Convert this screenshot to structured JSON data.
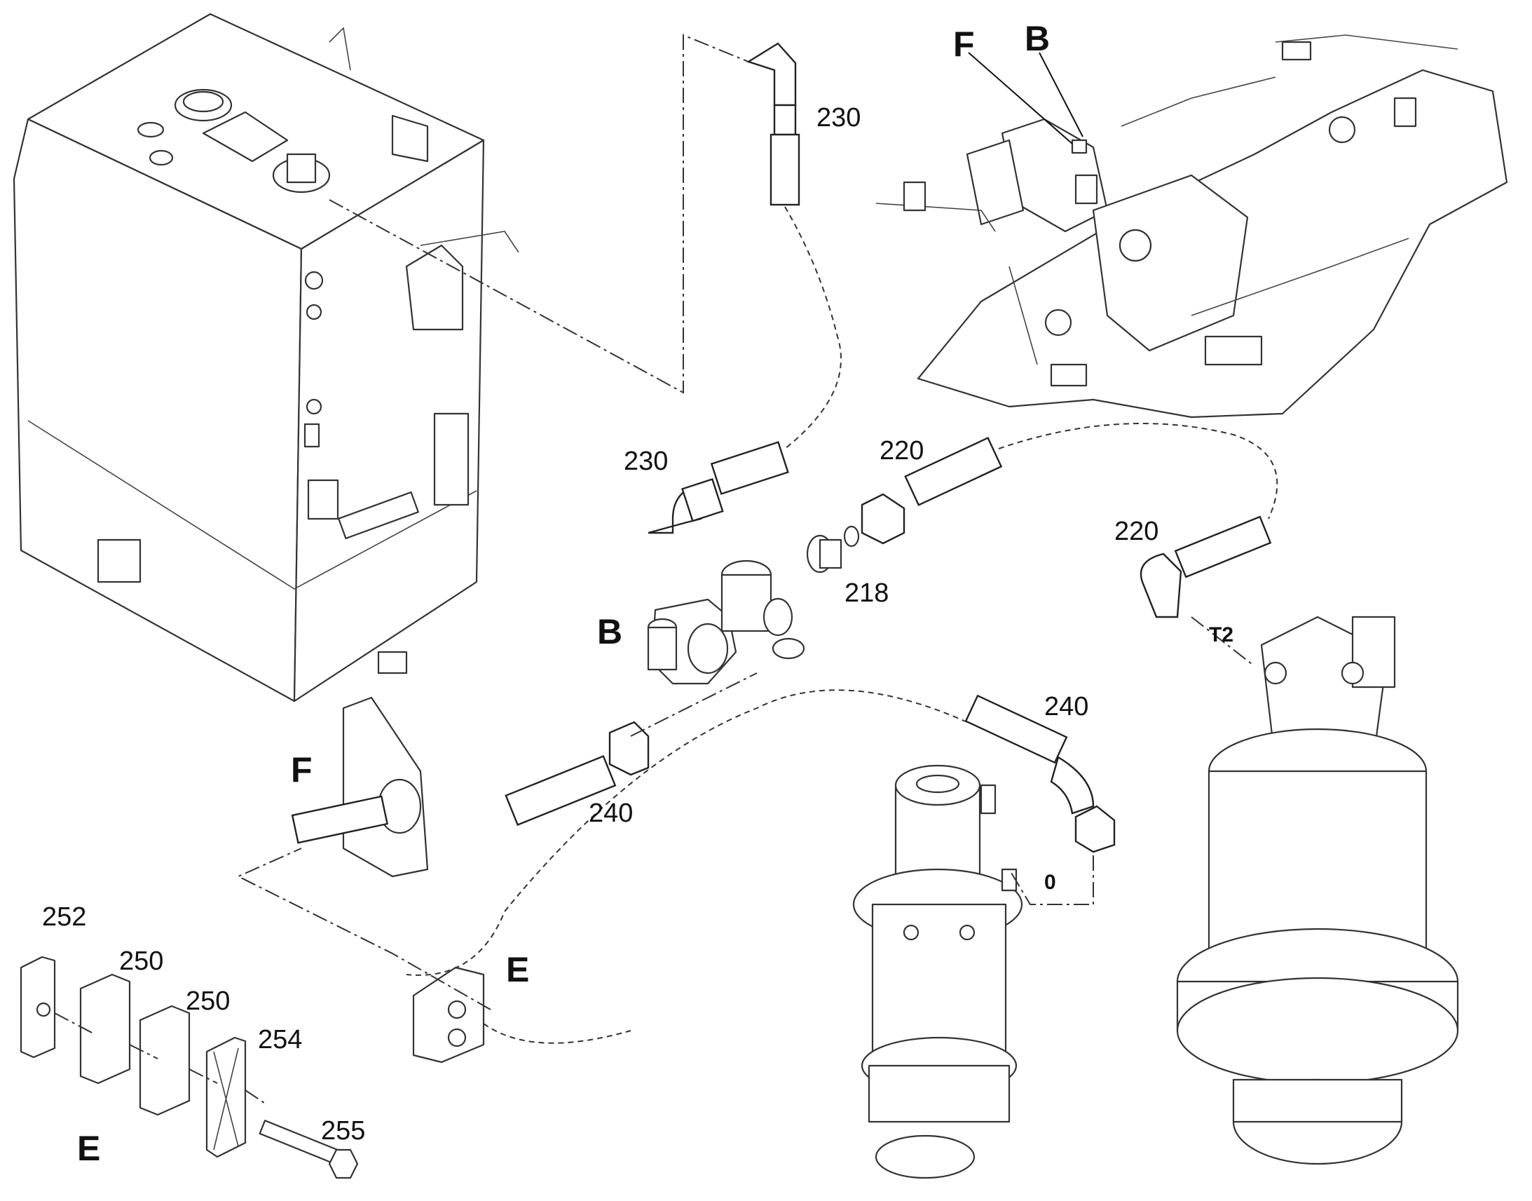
{
  "labels": {
    "p230_top": "230",
    "p230_mid": "230",
    "p220_mid": "220",
    "p220_right": "220",
    "p218": "218",
    "p240_center": "240",
    "p240_right": "240",
    "p252": "252",
    "p250_a": "250",
    "p250_b": "250",
    "p254": "254",
    "p255": "255",
    "port_t2": "T2",
    "port_0": "0"
  },
  "views": {
    "f_top": "F",
    "b_top": "B",
    "b_valve": "B",
    "f_detail": "F",
    "e_clamp": "E",
    "e_detail": "E"
  }
}
